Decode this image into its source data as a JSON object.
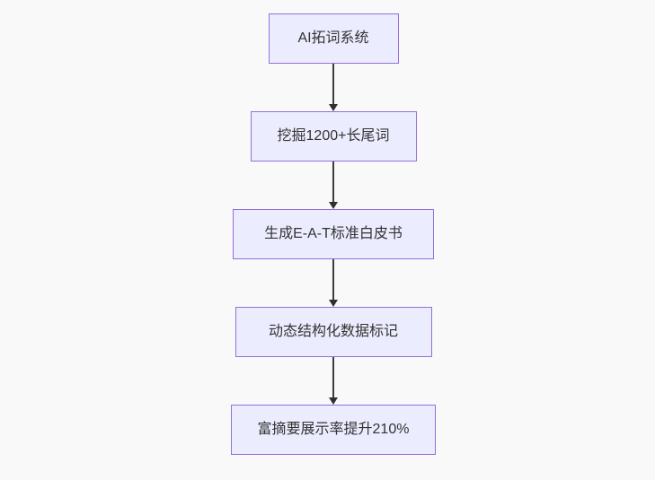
{
  "page": {
    "background_color": "#f9f9f9"
  },
  "flowchart": {
    "type": "vertical-flowchart",
    "node_fill_color": "#ECECFF",
    "node_border_color": "#9370DB",
    "node_text_color": "#333333",
    "arrow_color": "#333333",
    "nodes": [
      {
        "label": "AI拓词系统"
      },
      {
        "label": "挖掘1200+长尾词"
      },
      {
        "label": "生成E-A-T标准白皮书"
      },
      {
        "label": "动态结构化数据标记"
      },
      {
        "label": "富摘要展示率提升210%"
      }
    ]
  }
}
